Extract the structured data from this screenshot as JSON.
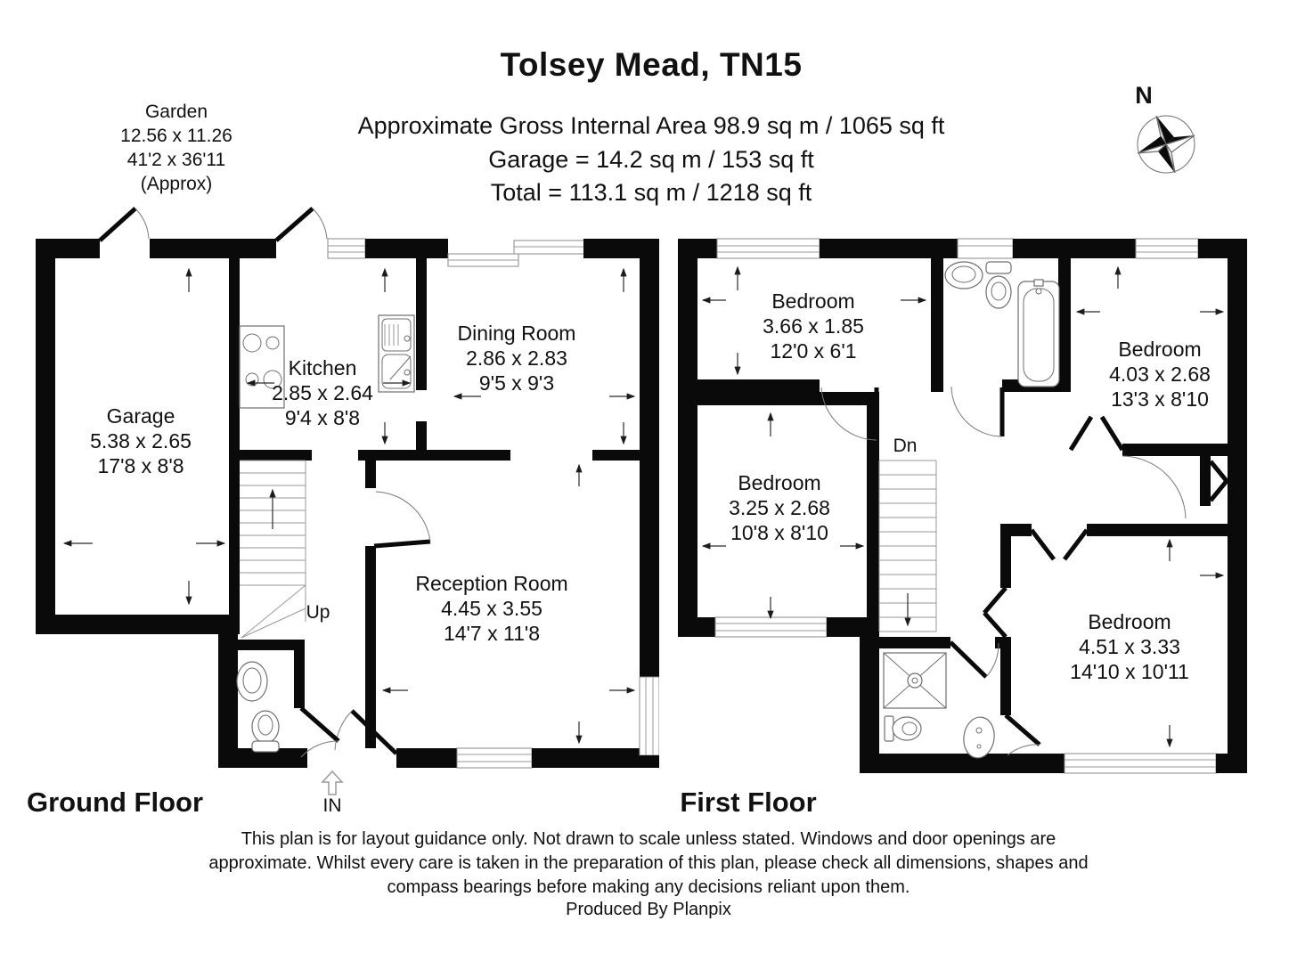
{
  "header": {
    "title": "Tolsey Mead, TN15",
    "line1": "Approximate Gross Internal Area 98.9 sq m / 1065 sq ft",
    "line2": "Garage = 14.2 sq m / 153 sq ft",
    "line3": "Total = 113.1 sq m / 1218 sq ft"
  },
  "garden": {
    "name": "Garden",
    "metric": "12.56 x 11.26",
    "imperial": "41'2 x 36'11",
    "approx": "(Approx)"
  },
  "compass": {
    "label": "N"
  },
  "ground": {
    "label": "Ground Floor",
    "stairs": "Up",
    "entry": "IN",
    "rooms": [
      {
        "name": "Garage",
        "metric": "5.38 x 2.65",
        "imperial": "17'8 x 8'8"
      },
      {
        "name": "Kitchen",
        "metric": "2.85 x 2.64",
        "imperial": "9'4 x 8'8"
      },
      {
        "name": "Dining Room",
        "metric": "2.86 x 2.83",
        "imperial": "9'5 x 9'3"
      },
      {
        "name": "Reception Room",
        "metric": "4.45 x 3.55",
        "imperial": "14'7 x 11'8"
      }
    ]
  },
  "first": {
    "label": "First Floor",
    "stairs": "Dn",
    "rooms": [
      {
        "name": "Bedroom",
        "metric": "3.66 x 1.85",
        "imperial": "12'0 x 6'1"
      },
      {
        "name": "Bedroom",
        "metric": "4.03 x 2.68",
        "imperial": "13'3 x 8'10"
      },
      {
        "name": "Bedroom",
        "metric": "3.25 x 2.68",
        "imperial": "10'8 x 8'10"
      },
      {
        "name": "Bedroom",
        "metric": "4.51 x 3.33",
        "imperial": "14'10 x 10'11"
      }
    ]
  },
  "footer": {
    "disclaimer": "This plan is for layout guidance only. Not drawn to scale unless stated. Windows and door openings are approximate. Whilst every care is taken in the preparation of this plan, please check all dimensions, shapes and compass bearings before making any decisions reliant upon them.",
    "credit": "Produced By Planpix"
  }
}
